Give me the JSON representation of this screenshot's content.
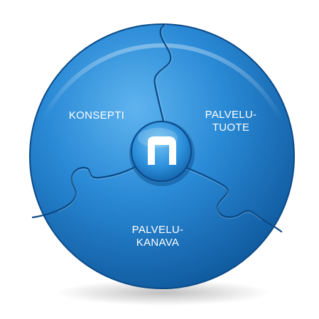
{
  "diagram": {
    "segments": [
      {
        "id": "konsepti",
        "lines": [
          "KONSEPTI"
        ]
      },
      {
        "id": "palvelutuote",
        "lines": [
          "PALVELU-",
          "TUOTE"
        ]
      },
      {
        "id": "palvelukanava",
        "lines": [
          "PALVELU-",
          "KANAVA"
        ]
      }
    ],
    "center_logo": "n-logo-icon",
    "colors": {
      "disc_light": "#4aa3e2",
      "disc_mid": "#1e7fcc",
      "disc_dark": "#0b4f8f",
      "seam": "#0a4a86",
      "label": "#ffffff"
    }
  }
}
